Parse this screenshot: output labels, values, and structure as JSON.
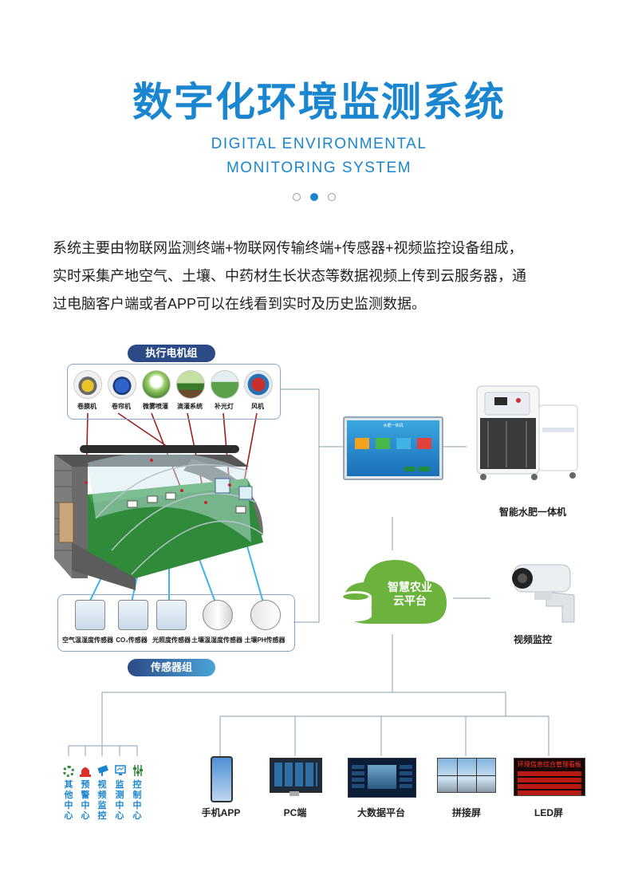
{
  "header": {
    "title": "数字化环境监测系统",
    "subtitle_line1": "DIGITAL ENVIRONMENTAL",
    "subtitle_line2": "MONITORING SYSTEM"
  },
  "intro": {
    "line1": "系统主要由物联网监测终端+物联网传输终端+传感器+视频监控设备组成，",
    "line2": "实时采集产地空气、土壤、中药材生长状态等数据视频上传到云服务器，通",
    "line3": "过电脑客户端或者APP可以在线看到实时及历史监测数据。"
  },
  "motor_group": {
    "title": "执行电机组",
    "items": [
      {
        "label": "卷膜机",
        "icon": "film-roller-icon"
      },
      {
        "label": "卷帘机",
        "icon": "curtain-roller-icon"
      },
      {
        "label": "微雾喷灌",
        "icon": "mist-spray-icon"
      },
      {
        "label": "滴灌系统",
        "icon": "drip-irrigation-icon"
      },
      {
        "label": "补光灯",
        "icon": "grow-light-icon"
      },
      {
        "label": "风机",
        "icon": "fan-icon"
      }
    ]
  },
  "sensor_group": {
    "title": "传感器组",
    "items": [
      {
        "label": "空气温湿度传感器"
      },
      {
        "label": "CO₂传感器"
      },
      {
        "label": "光照度传感器"
      },
      {
        "label": "土壤温湿度传感器"
      },
      {
        "label": "土壤PH传感器"
      }
    ]
  },
  "devices": {
    "water_fertilizer": "智能水肥一体机",
    "camera": "视频监控",
    "cloud_line1": "智慧农业",
    "cloud_line2": "云平台",
    "screen_title": "水肥一体机"
  },
  "terminals": {
    "centers": [
      {
        "label": "其他中心",
        "icon": "gear-icon",
        "color": "#2e8b3a"
      },
      {
        "label": "预警中心",
        "icon": "alarm-icon",
        "color": "#d9322b"
      },
      {
        "label": "视频监控",
        "icon": "camera-icon",
        "color": "#1a86cf"
      },
      {
        "label": "监测中心",
        "icon": "monitor-icon",
        "color": "#1a86cf"
      },
      {
        "label": "控制中心",
        "icon": "sliders-icon",
        "color": "#2e8b3a"
      }
    ],
    "clients": [
      {
        "label": "手机APP"
      },
      {
        "label": "PC端"
      },
      {
        "label": "大数据平台"
      },
      {
        "label": "拼接屏"
      },
      {
        "label": "LED屏"
      }
    ],
    "led_text": "环境信息综合管理看板"
  },
  "colors": {
    "brand_blue": "#1a86cf",
    "pill_dark": "#2c4a86",
    "cloud_green": "#6cb33e"
  }
}
